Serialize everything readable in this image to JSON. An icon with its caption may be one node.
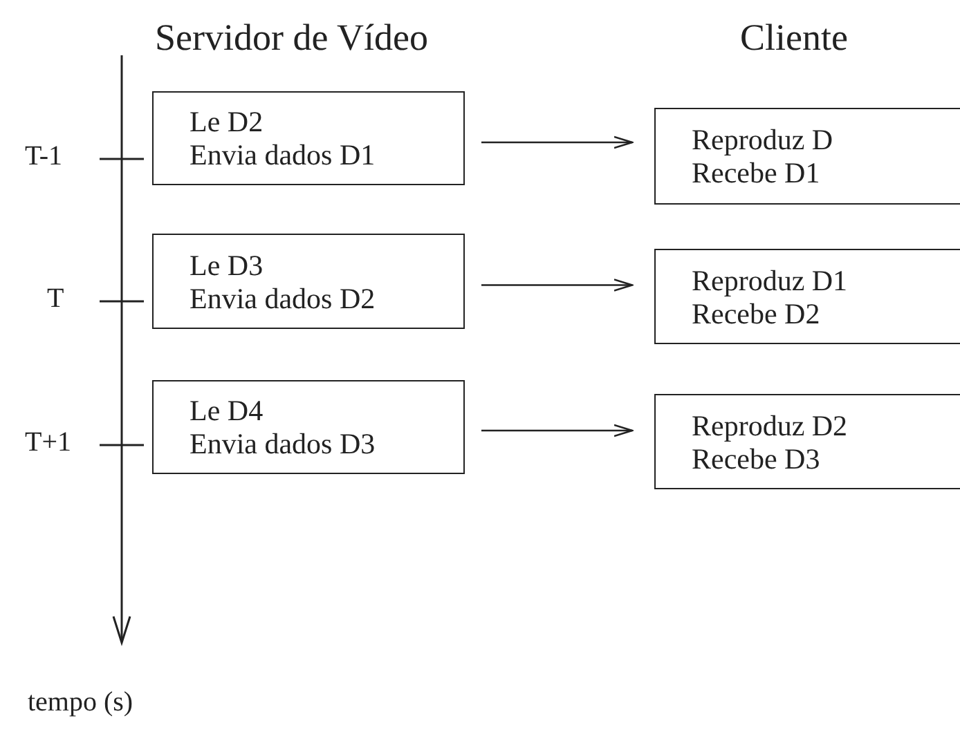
{
  "diagram": {
    "nodes": [
      {
        "text": [
          "Le D2",
          "Envia dados D1"
        ]
      },
      {
        "text": [
          "Reproduz D",
          "Recebe D1"
        ]
      },
      {
        "text": [
          "Le D3",
          "Envia dados D2"
        ]
      },
      {
        "text": [
          "Reproduz D1",
          "Recebe D2"
        ]
      },
      {
        "text": [
          "Le D4",
          "Envia dados D3"
        ]
      },
      {
        "text": [
          "Reproduz D2",
          "Recebe D3"
        ]
      }
    ],
    "edges": [
      {
        "from": 0,
        "to": 1,
        "arrow": "to"
      },
      {
        "from": 2,
        "to": 3,
        "arrow": "to"
      },
      {
        "from": 4,
        "to": 5,
        "arrow": "to"
      }
    ],
    "labels": [
      "Servidor de Vídeo",
      "Cliente",
      "T-1",
      "T",
      "T+1",
      "tempo (s)"
    ]
  }
}
